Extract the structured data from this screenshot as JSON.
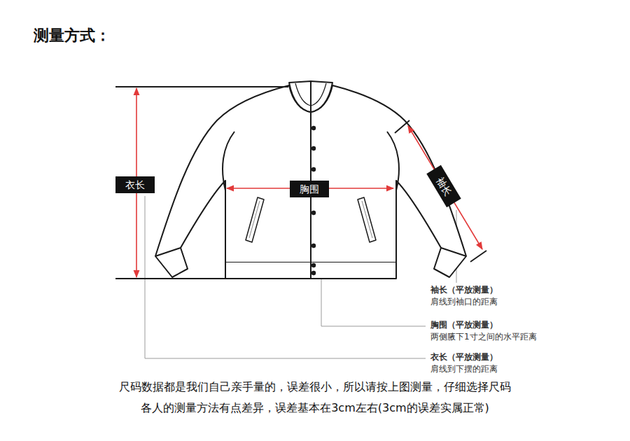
{
  "diagram": {
    "title": "测量方式：",
    "nodes": [
      {
        "text": [
          "衣长"
        ]
      },
      {
        "text": [
          "胸围"
        ]
      },
      {
        "text": [
          "袖长"
        ]
      }
    ],
    "labels": [
      "袖长（平放测量）",
      "肩线到袖口的距离",
      "胸围（平放测量）",
      "两侧腋下1寸之间的水平距离",
      "衣长（平放测量）",
      "肩线到下摆的距离",
      "尺码数据都是我们自己亲手量的，误差很小，所以请按上图测量，仔细选择尺码",
      "各人的测量方法有点差异，误差基本在3cm左右(3cm的误差实属正常)"
    ]
  }
}
